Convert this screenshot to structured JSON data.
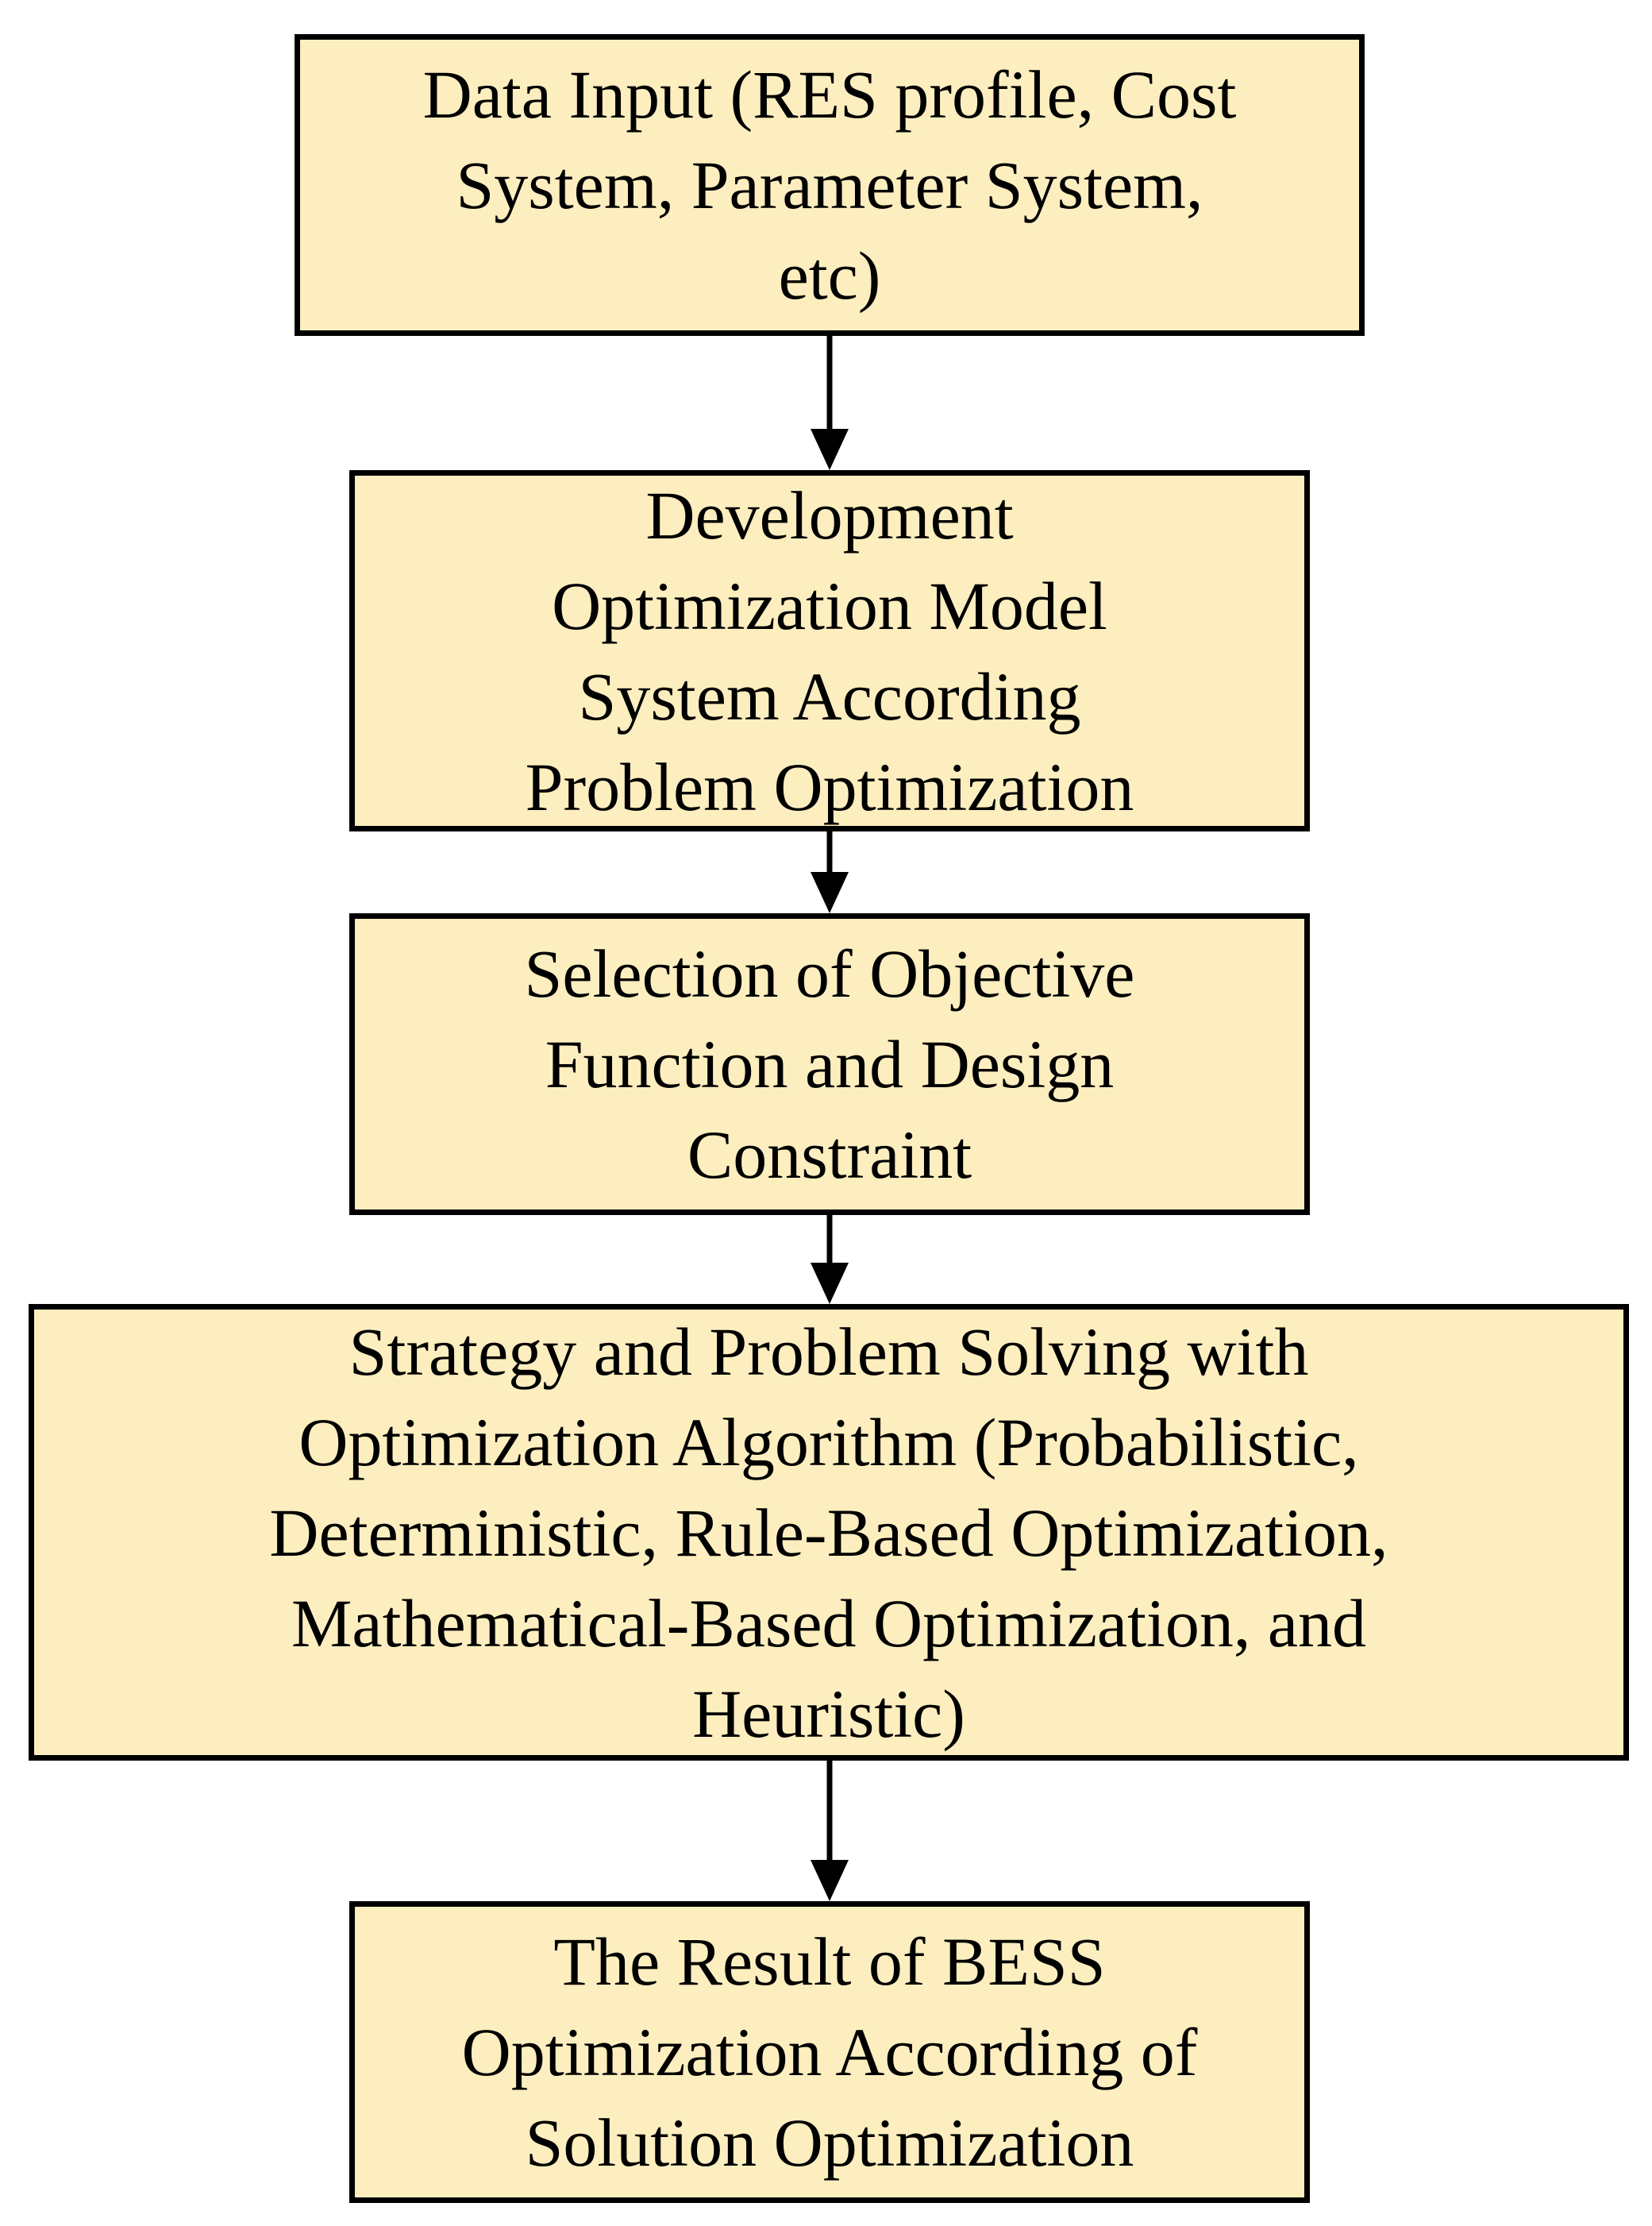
{
  "diagram": {
    "boxes": [
      {
        "id": "data-input",
        "lines": [
          "Data Input (RES profile, Cost",
          "System, Parameter System,",
          "etc)"
        ]
      },
      {
        "id": "development-model",
        "lines": [
          "Development",
          "Optimization Model",
          "System According",
          "Problem Optimization"
        ]
      },
      {
        "id": "objective-selection",
        "lines": [
          "Selection of Objective",
          "Function and Design",
          "Constraint"
        ]
      },
      {
        "id": "strategy-solving",
        "lines": [
          "Strategy and Problem Solving with",
          "Optimization Algorithm (Probabilistic,",
          "Deterministic, Rule-Based Optimization,",
          "Mathematical-Based Optimization, and",
          "Heuristic)"
        ]
      },
      {
        "id": "bess-result",
        "lines": [
          "The Result of BESS",
          "Optimization According of",
          "Solution Optimization"
        ]
      }
    ],
    "colors": {
      "box_fill": "#fdeebf",
      "border": "#000000",
      "arrow": "#000000"
    }
  }
}
